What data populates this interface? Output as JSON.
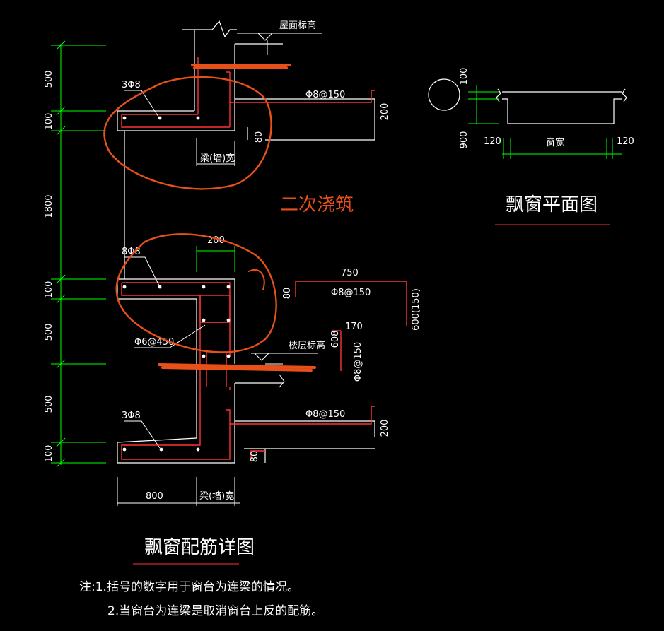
{
  "drawing": {
    "title_main": "飘窗配筋详图",
    "title_plan": "飘窗平面图",
    "secondary_pour": "二次浇筑",
    "notes": {
      "line1": "注:1.括号的数字用于窗台为连梁的情况。",
      "line2": "2.当窗台为连梁是取消窗台上反的配筋。"
    },
    "elevations": {
      "roof": "屋面标高",
      "floor": "楼层标高"
    },
    "left_dims": [
      "500",
      "100",
      "1800",
      "100",
      "500",
      "500",
      "100"
    ],
    "bottom_dims": {
      "width": "800",
      "beam_wall_width": "梁(墙)宽"
    },
    "upper_slab": {
      "bars": "3Φ8",
      "stirrup": "Φ8@150",
      "thickness": "200",
      "edge": "80",
      "beam_wall_width": "梁(墙)宽"
    },
    "middle": {
      "bars": "8Φ8",
      "width": "200",
      "length": "750",
      "stirrup": "Φ8@150",
      "height": "600(150)",
      "edge": "80",
      "tie": "Φ6@450",
      "small_height": "608",
      "small_width": "170",
      "vertical_bar": "Φ8@150"
    },
    "lower_slab": {
      "bars": "3Φ8",
      "stirrup": "Φ8@150",
      "thickness": "200",
      "edge": "80"
    },
    "plan": {
      "dim_100": "100",
      "dim_900": "900",
      "left": "120",
      "right": "120",
      "window_width": "窗宽"
    }
  },
  "colors": {
    "background": "#000000",
    "line": "#ffffff",
    "dimension": "#00ff00",
    "rebar": "#ff3333",
    "markup": "#e8501a"
  }
}
